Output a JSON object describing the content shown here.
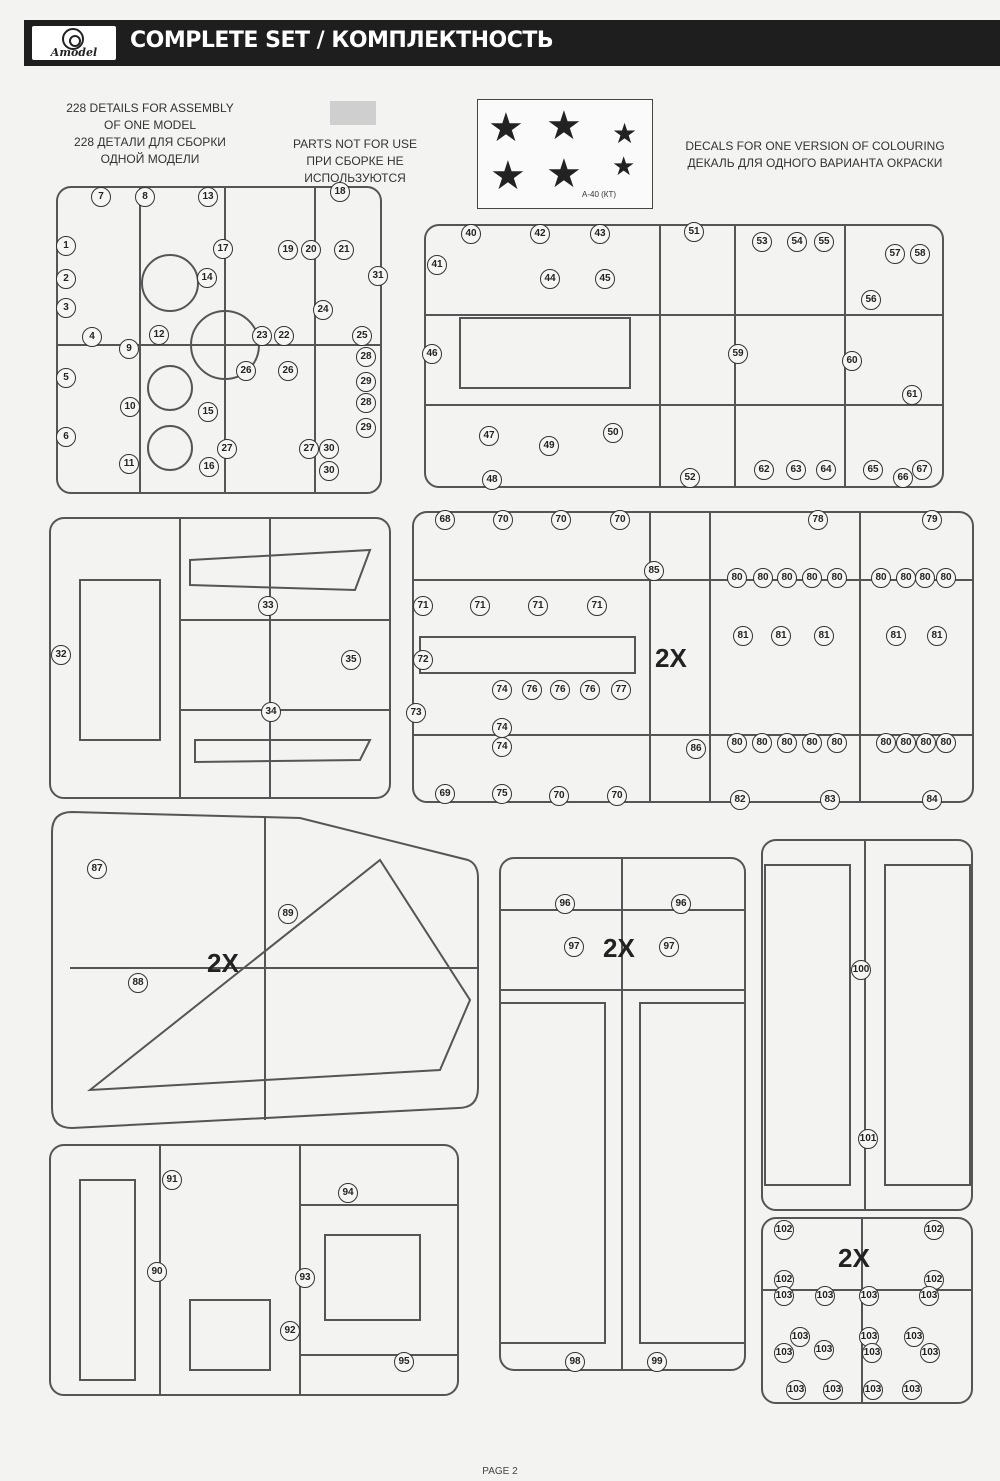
{
  "header": {
    "title": "COMPLETE SET / КОМПЛЕКТНОСТЬ",
    "logo_text": "Amodel"
  },
  "notes": {
    "details_en": "228 DETAILS FOR ASSEMBLY",
    "details_en2": "OF ONE MODEL",
    "details_ru": "228 ДЕТАЛИ ДЛЯ СБОРКИ",
    "details_ru2": "ОДНОЙ МОДЕЛИ",
    "unused_en": "PARTS NOT FOR USE",
    "unused_ru": "ПРИ СБОРКЕ НЕ ИСПОЛЬЗУЮТСЯ",
    "decals_en": "DECALS FOR ONE VERSION OF COLOURING",
    "decals_ru": "ДЕКАЛЬ ДЛЯ ОДНОГО ВАРИАНТА ОКРАСКИ"
  },
  "decal": {
    "label": "А-40 (КТ)",
    "star": "★"
  },
  "multipliers": {
    "two_x": "2X"
  },
  "parts": {
    "p1": "1",
    "p2": "2",
    "p3": "3",
    "p4": "4",
    "p5": "5",
    "p6": "6",
    "p7": "7",
    "p8": "8",
    "p9": "9",
    "p10": "10",
    "p11": "11",
    "p12": "12",
    "p13": "13",
    "p14": "14",
    "p15": "15",
    "p16": "16",
    "p17": "17",
    "p18": "18",
    "p19": "19",
    "p20": "20",
    "p21": "21",
    "p22": "22",
    "p23": "23",
    "p24": "24",
    "p25": "25",
    "p26": "26",
    "p27": "27",
    "p28": "28",
    "p29": "29",
    "p30": "30",
    "p31": "31",
    "p32": "32",
    "p33": "33",
    "p34": "34",
    "p35": "35",
    "p40": "40",
    "p41": "41",
    "p42": "42",
    "p43": "43",
    "p44": "44",
    "p45": "45",
    "p46": "46",
    "p47": "47",
    "p48": "48",
    "p49": "49",
    "p50": "50",
    "p51": "51",
    "p52": "52",
    "p53": "53",
    "p54": "54",
    "p55": "55",
    "p56": "56",
    "p57": "57",
    "p58": "58",
    "p59": "59",
    "p60": "60",
    "p61": "61",
    "p62": "62",
    "p63": "63",
    "p64": "64",
    "p65": "65",
    "p66": "66",
    "p67": "67",
    "p68": "68",
    "p69": "69",
    "p70": "70",
    "p71": "71",
    "p72": "72",
    "p73": "73",
    "p74": "74",
    "p75": "75",
    "p76": "76",
    "p77": "77",
    "p78": "78",
    "p79": "79",
    "p80": "80",
    "p81": "81",
    "p82": "82",
    "p83": "83",
    "p84": "84",
    "p85": "85",
    "p86": "86",
    "p87": "87",
    "p88": "88",
    "p89": "89",
    "p90": "90",
    "p91": "91",
    "p92": "92",
    "p93": "93",
    "p94": "94",
    "p95": "95",
    "p96": "96",
    "p97": "97",
    "p98": "98",
    "p99": "99",
    "p100": "100",
    "p101": "101",
    "p102": "102",
    "p103": "103"
  },
  "footer": {
    "page": "PAGE 2"
  },
  "colors": {
    "header_bg": "#1e1e1e",
    "unused_parts": "#cfcfcf",
    "sprue_line": "#555555"
  }
}
